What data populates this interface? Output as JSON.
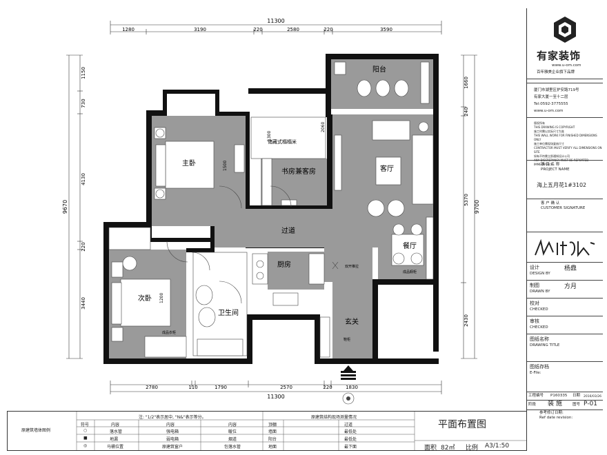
{
  "plan": {
    "rooms": {
      "balcony": "阳台",
      "master_bedroom": "主卧",
      "storage": "储藏式榻榻米",
      "study": "书房兼客房",
      "living": "客厅",
      "corridor": "过道",
      "dining": "餐厅",
      "second_bedroom": "次卧",
      "kitchen": "厨房",
      "bathroom": "卫生间",
      "entrance": "玄关",
      "door_note": "双开推拉",
      "wardrobe_note": "成品衣柜",
      "cabinet_note": "成品橱柜",
      "shoe_note": "鞋柜"
    },
    "dims_top_total": "11300",
    "dims_top": [
      "1280",
      "3190",
      "220",
      "2580",
      "220",
      "3590"
    ],
    "dims_bottom_total": "11300",
    "dims_bottom": [
      "2780",
      "110",
      "1790",
      "2570",
      "220",
      "1830"
    ],
    "dims_left": [
      "1150",
      "730",
      "4130",
      "220",
      "3440"
    ],
    "dims_left_total": "9670",
    "dims_right": [
      "1660",
      "240",
      "5370",
      "2430"
    ],
    "dims_right_total": "9700",
    "inner_dims": [
      "1500",
      "1300",
      "2060",
      "1200"
    ]
  },
  "titleblock": {
    "company": "有家装饰",
    "website": "www.u-om.com",
    "slogan": "百年雅美企业旗下品牌",
    "address1": "厦门市湖里区护安路719号",
    "address2": "有家大厦一至十二层",
    "tel": "Tel:0592-3775555",
    "web2": "www.u-om.com",
    "copyright": [
      "版权所有",
      "THIS DRAWING IS COPYRIGHT",
      "施工时需以实际尺寸为准",
      "THIS WALL WORK FOR FINISHED DIMENSIONS ONLY",
      "施工单位需现场复核尺寸",
      "CONTRACTOR MUST VERIFY ALL DIMENSIONS ON SITE",
      "如有不符需立即通知设计公司",
      "ANY DISCREPANCY MUST BE REPORTED IMMEDIATELY"
    ],
    "project_label": "项 目 名 称",
    "project_label_en": "PROJECT NAME",
    "project_name": "海上五月花1#3102",
    "customer_label": "客 户 确 认",
    "customer_label_en": "CUSTOMER SIGNATURE",
    "design_label": "设计",
    "design_label_en": "DESIGN BY",
    "designer": "杨鼎",
    "drafter_label": "制图",
    "drafter_label_en": "DRAWN BY",
    "drafter": "方月",
    "check_label": "校对",
    "check_label_en": "CHECKED",
    "review_label": "审核",
    "review_label_en": "CHECKED",
    "drawing_name_label": "图纸名称",
    "drawing_name_label_en": "DRAWING TITLE",
    "archive_label": "图纸存档",
    "archive_label_en": "E-File:",
    "job_no_label": "工程编号",
    "job_no": "P160335",
    "date_label": "日期",
    "date": "2016/03/26",
    "stage_label": "阶段",
    "stage": "装 施",
    "drawing_no_label": "图号",
    "drawing_no": "P-01",
    "revision_label": "参考修订日期:",
    "revision_label_en": "Ref date revision:"
  },
  "legend": {
    "original_wall_label": "原建筑墙体图例",
    "note": "注: \"1/2\"表示居中, \"N&\"表示等分。",
    "col_no": "符号",
    "col_content": "内容",
    "items": [
      [
        "○",
        "落水管",
        "强电箱",
        "暖位"
      ],
      [
        "■",
        "地漏",
        "弱电箱",
        "烟道"
      ],
      [
        "◎",
        "马桶位置",
        "原建筑窗户",
        "包落水管"
      ]
    ],
    "site_title": "原建筑结构现场测量情况",
    "site_rows": [
      [
        "顶棚",
        "过道"
      ],
      [
        "墙面",
        "最低处"
      ],
      [
        "阳台",
        "最低处"
      ],
      [
        "地面",
        "最下面"
      ]
    ],
    "drawing_title": "平面布置图",
    "area_label": "面积",
    "area_value": "82㎡",
    "scale_label": "比例",
    "scale_value": "A3/1:50"
  }
}
